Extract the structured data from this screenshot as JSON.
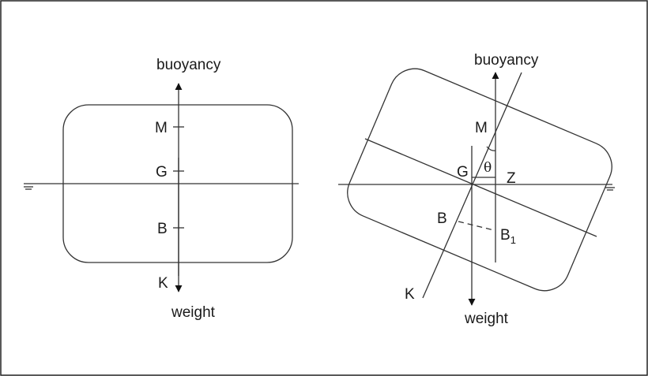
{
  "upright": {
    "buoyancy": "buoyancy",
    "weight": "weight",
    "M": "M",
    "G": "G",
    "B": "B",
    "K": "K"
  },
  "heeled": {
    "buoyancy": "buoyancy",
    "weight": "weight",
    "M": "M",
    "G": "G",
    "Z": "Z",
    "B": "B",
    "B1_main": "B",
    "B1_sub": "1",
    "K": "K",
    "theta": "θ"
  },
  "colors": {
    "line": "#333333",
    "border": "#222222"
  }
}
